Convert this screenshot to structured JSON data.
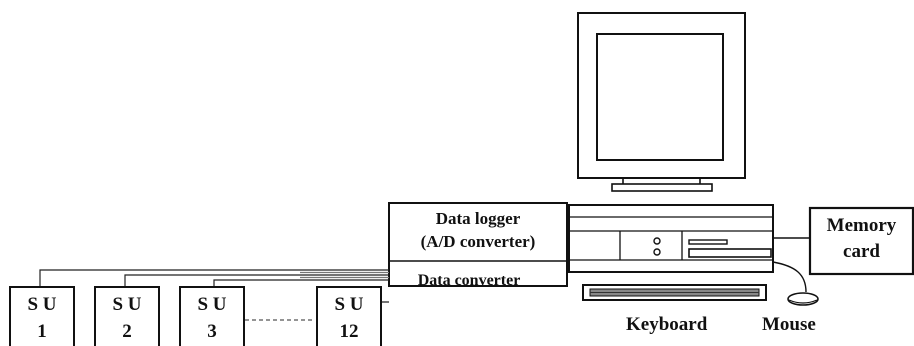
{
  "datalogger": {
    "line1": "Data logger",
    "line2": "(A/D converter)"
  },
  "dataconverter": {
    "label": "Data converter"
  },
  "memory": {
    "line1": "Memory",
    "line2": "card"
  },
  "peripherals": {
    "keyboard": "Keyboard",
    "mouse": "Mouse"
  },
  "sensor_units": [
    {
      "top": "S U",
      "num": "1"
    },
    {
      "top": "S U",
      "num": "2"
    },
    {
      "top": "S U",
      "num": "3"
    },
    {
      "top": "S U",
      "num": "12"
    }
  ]
}
